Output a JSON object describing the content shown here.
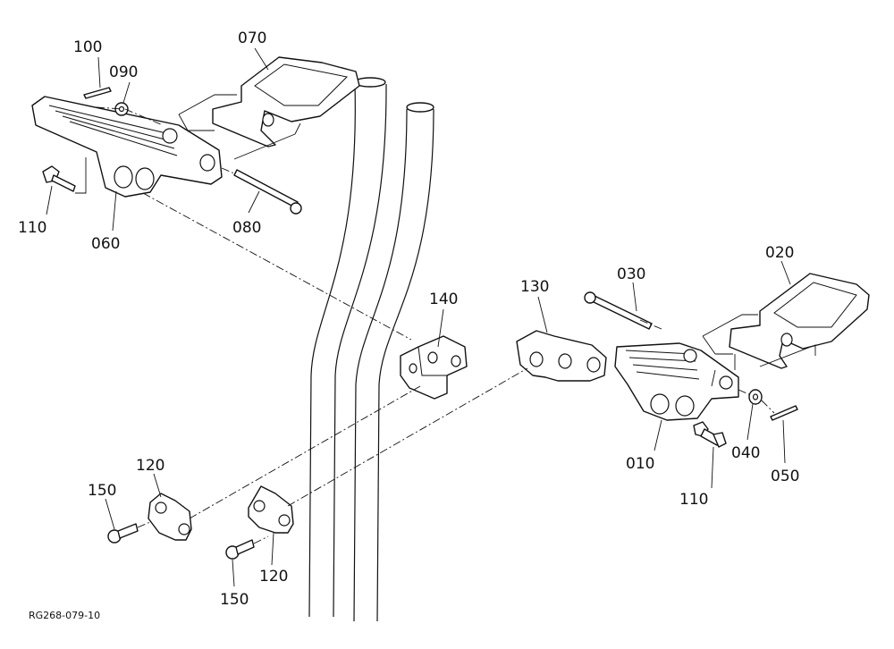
{
  "drawing_ref": "RG268-079-10",
  "parts": {
    "p010": "010",
    "p020": "020",
    "p030": "030",
    "p040": "040",
    "p050": "050",
    "p060": "060",
    "p070": "070",
    "p080": "080",
    "p090": "090",
    "p100": "100",
    "p110a": "110",
    "p110b": "110",
    "p120a": "120",
    "p120b": "120",
    "p130": "130",
    "p140": "140",
    "p150a": "150",
    "p150b": "150"
  }
}
